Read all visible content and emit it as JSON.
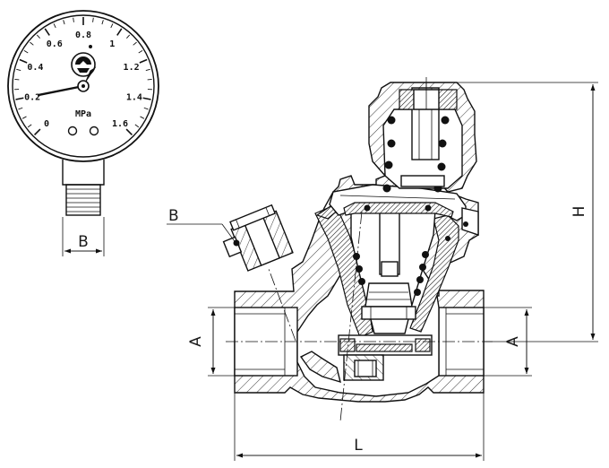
{
  "gauge": {
    "unit": "MPa",
    "scale_labels": [
      "0",
      "0.2",
      "0.4",
      "0.6",
      "0.8",
      "1",
      "1.2",
      "1.4",
      "1.6"
    ],
    "needle_value": 0.2
  },
  "dimensions": {
    "B_gauge": "B",
    "B_port": "B",
    "A_left": "A",
    "A_right": "A",
    "H": "H",
    "L": "L"
  }
}
